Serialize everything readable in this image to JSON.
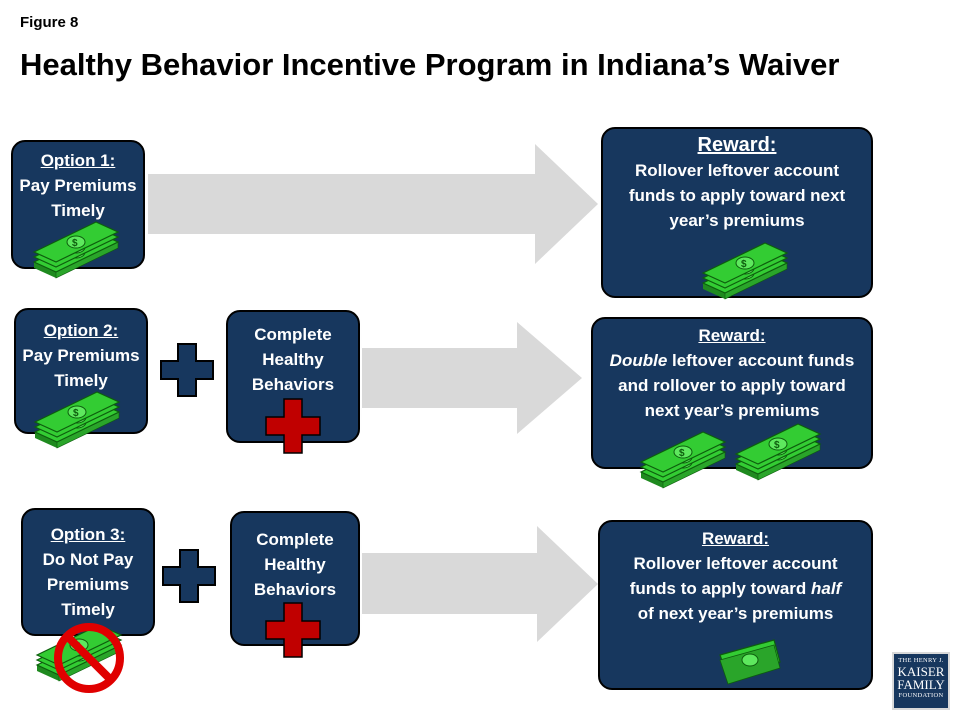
{
  "figure_label": "Figure 8",
  "title": "Healthy Behavior Incentive Program in Indiana’s Waiver",
  "rows": [
    {
      "option_heading": "Option 1:",
      "option_text": [
        "Pay Premiums",
        "Timely"
      ],
      "reward_heading": "Reward:",
      "reward_lines": [
        "Rollover leftover account",
        "funds to apply toward next",
        "year’s premiums"
      ]
    },
    {
      "option_heading": "Option 2:",
      "option_text": [
        "Pay Premiums",
        "Timely"
      ],
      "behavior_text": [
        "Complete",
        "Healthy",
        "Behaviors"
      ],
      "reward_heading": "Reward:",
      "reward_lines": [
        [
          "Double",
          " leftover account funds"
        ],
        "and rollover to apply toward",
        "next year’s premiums"
      ]
    },
    {
      "option_heading": "Option 3:",
      "option_text": [
        "Do Not Pay",
        "Premiums",
        "Timely"
      ],
      "behavior_text": [
        "Complete",
        "Healthy",
        "Behaviors"
      ],
      "reward_heading": "Reward:",
      "reward_lines": [
        "Rollover leftover account",
        [
          "funds to apply toward ",
          "half"
        ],
        "of next year’s premiums"
      ]
    }
  ],
  "logo": {
    "line1": "THE HENRY J.",
    "line2": "KAISER",
    "line3": "FAMILY",
    "line4": "FOUNDATION"
  },
  "colors": {
    "box_fill": "#17375e",
    "arrow_fill": "#d9d9d9",
    "plus_fill": "#17375e",
    "health_cross": "#c00000",
    "money_green": "#33cc33",
    "no_sign": "#e00000"
  },
  "icons": [
    "arrow-icon",
    "plus-icon",
    "health-cross-icon",
    "money-stack-icon",
    "no-sign-icon"
  ]
}
